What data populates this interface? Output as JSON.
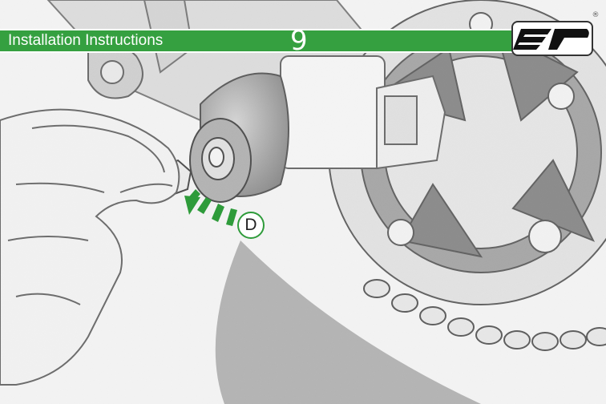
{
  "header": {
    "title": "Installation Instructions",
    "step_number": "9"
  },
  "logo": {
    "name": "ep-logo",
    "text": "EP",
    "registered_mark": "®"
  },
  "callout": {
    "label": "D",
    "arrow_icon": "curved-dashed-arrow-icon"
  },
  "illustration": {
    "subject": "frame-slider-installation-sketch"
  },
  "colors": {
    "header_green": "#35a040",
    "callout_green": "#2e9b3a",
    "sketch_ink": "#5a5a5a",
    "paper": "#f2f2f2"
  }
}
